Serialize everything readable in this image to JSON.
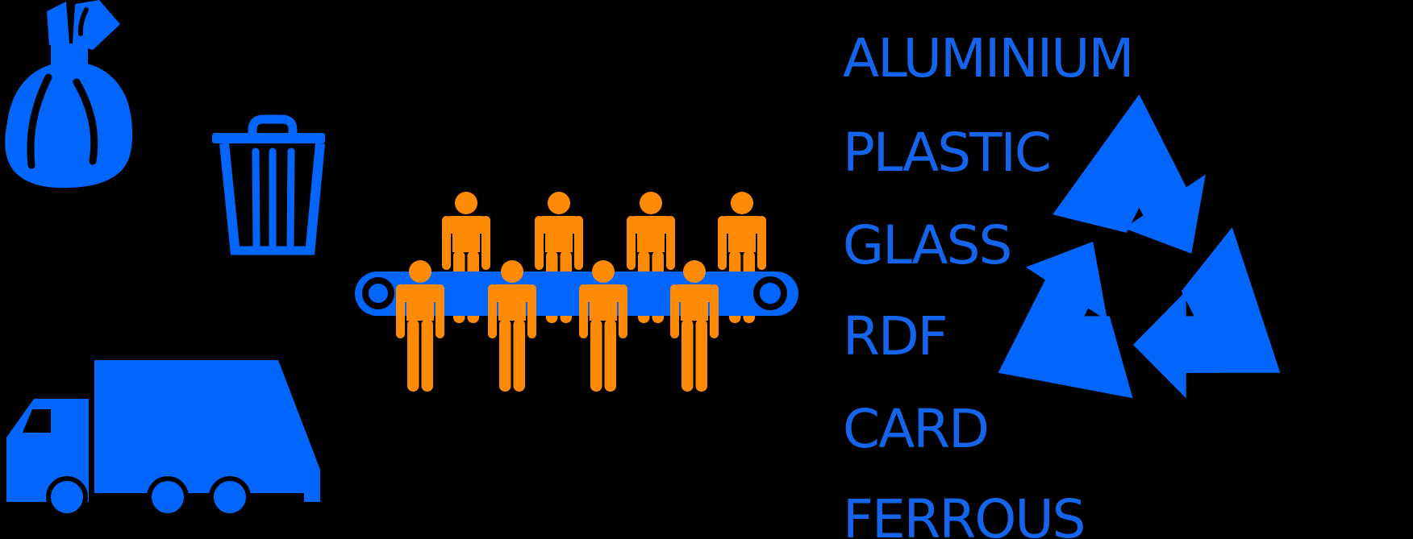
{
  "page": {
    "title": "Waste sorting and recycling process diagram",
    "background": "#000000"
  },
  "colors": {
    "icon_blue": "#0366FC",
    "worker_orange": "#FF8A05",
    "text_blue": "#1565EC",
    "background_black": "#000000"
  },
  "process": {
    "bag": {
      "icon": "trash-bag-icon"
    },
    "bin": {
      "icon": "trash-can-icon"
    },
    "truck": {
      "icon": "garbage-truck-icon"
    },
    "conveyor": {
      "icon": "conveyor-belt-icon",
      "workers_back_row": 4,
      "workers_front_row": 4,
      "workers_total": 8
    },
    "recycling": {
      "icon": "recycling-arrows-icon"
    }
  },
  "materials": {
    "items": [
      "ALUMINIUM",
      "PLASTIC",
      "GLASS",
      "RDF",
      "CARD",
      "FERROUS"
    ]
  }
}
